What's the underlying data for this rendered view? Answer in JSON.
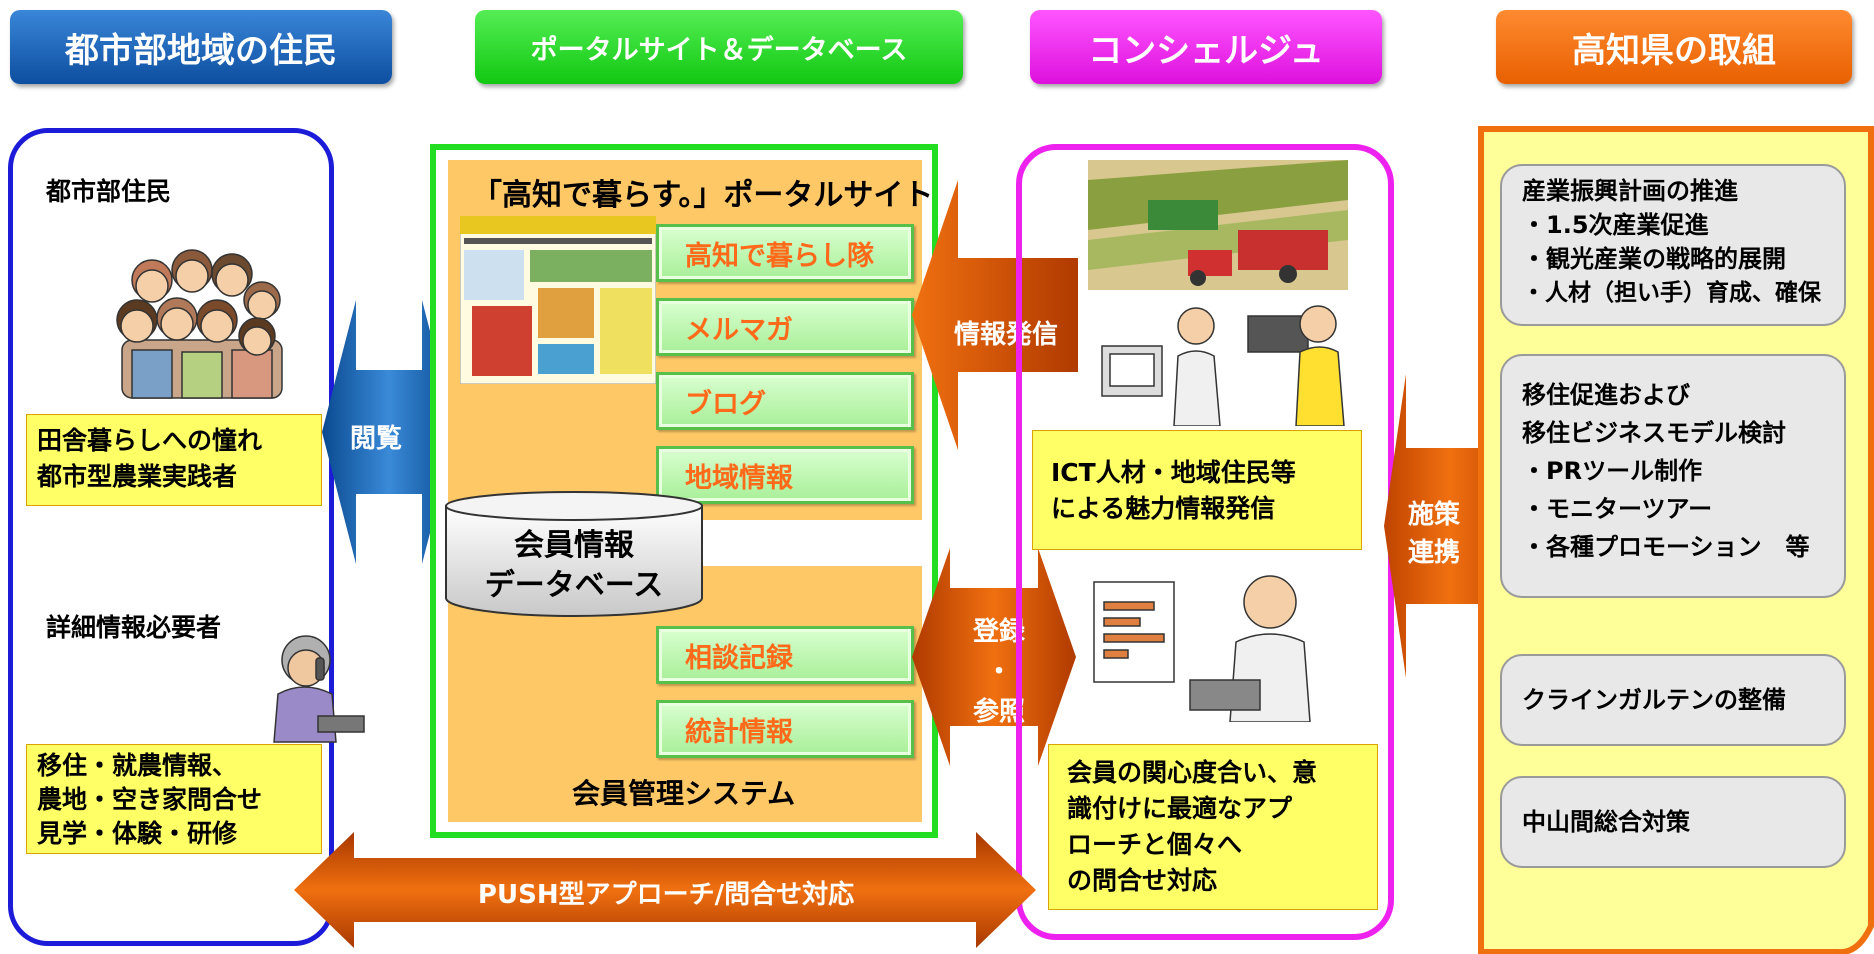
{
  "headers": {
    "residents": "都市部地域の住民",
    "portal": "ポータルサイト＆データベース",
    "concierge": "コンシェルジュ",
    "kochi": "高知県の取組"
  },
  "residents_panel": {
    "urban_residents": "都市部住民",
    "box1": [
      "田舎暮らしへの憧れ",
      "都市型農業実践者"
    ],
    "detail_needers": "詳細情報必要者",
    "box2": [
      "移住・就農情報、",
      "農地・空き家問合せ",
      "見学・体験・研修"
    ]
  },
  "portal_panel": {
    "portal_title": "「高知で暮らす。」ポータルサイト",
    "buttons_top": [
      "高知で暮らし隊",
      "メルマガ",
      "ブログ",
      "地域情報"
    ],
    "database_label": [
      "会員情報",
      "データベース"
    ],
    "buttons_bottom": [
      "相談記録",
      "統計情報"
    ],
    "system_label": "会員管理システム"
  },
  "arrows": {
    "browse": "閲覧",
    "info_send": "情報発信",
    "register": [
      "登録",
      "・",
      "参照"
    ],
    "policy": [
      "施策",
      "連携"
    ],
    "push": "PUSH型アプローチ/問合せ対応"
  },
  "concierge_panel": {
    "box1": [
      "ICT人材・地域住民等",
      "による魅力情報発信"
    ],
    "box2": [
      "会員の関心度合い、意",
      "識付けに最適なアプ",
      "ローチと個々へ",
      "の問合せ対応"
    ]
  },
  "kochi_panel": {
    "box1": [
      "産業振興計画の推進",
      "・1.5次産業促進",
      "・観光産業の戦略的展開",
      "・人材（担い手）育成、確保"
    ],
    "box2": [
      "移住促進および",
      "移住ビジネスモデル検討",
      "・PRツール制作",
      "・モニターツアー",
      "・各種プロモーション　等"
    ],
    "box3": "クラインガルテンの整備",
    "box4": "中山間総合対策"
  },
  "colors": {
    "blue": "#1a5fb4",
    "green": "#22dd22",
    "magenta": "#ee22ee",
    "orange": "#f07010",
    "yellow": "#ffff66"
  }
}
